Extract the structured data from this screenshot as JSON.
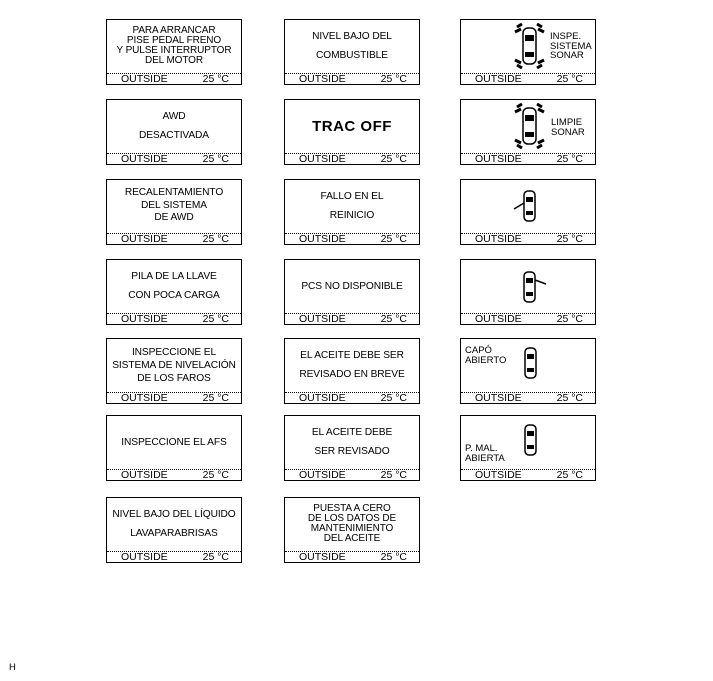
{
  "footer": {
    "outside": "OUTSIDE",
    "temp": "25 °C"
  },
  "figure_mark": "H",
  "panels": {
    "p1": {
      "text": "PARA ARRANCAR\nPISE PEDAL FRENO\nY PULSE INTERRUPTOR\nDEL MOTOR"
    },
    "p2": {
      "text": "NIVEL BAJO DEL\nCOMBUSTIBLE"
    },
    "p3": {
      "text": "INSPE.\nSISTEMA\nSONAR"
    },
    "p4": {
      "text": "AWD\nDESACTIVADA"
    },
    "p5": {
      "text": "TRAC OFF"
    },
    "p6": {
      "text": "LIMPIE\nSONAR"
    },
    "p7": {
      "text": "RECALENTAMIENTO\nDEL SISTEMA\nDE AWD"
    },
    "p8": {
      "text": "FALLO EN EL\nREINICIO"
    },
    "p9": {
      "text": ""
    },
    "p10": {
      "text": "PILA DE LA LLAVE\nCON POCA CARGA"
    },
    "p11": {
      "text": "PCS NO DISPONIBLE"
    },
    "p12": {
      "text": ""
    },
    "p13": {
      "text": "INSPECCIONE EL\nSISTEMA DE NIVELACIÓN\nDE LOS FAROS"
    },
    "p14": {
      "text": "EL ACEITE DEBE SER\nREVISADO EN BREVE"
    },
    "p15": {
      "text": "CAPÓ\nABIERTO"
    },
    "p16": {
      "text": "INSPECCIONE EL AFS"
    },
    "p17": {
      "text": "EL ACEITE DEBE\nSER REVISADO"
    },
    "p18": {
      "text": "P. MAL.\nABIERTA"
    },
    "p19": {
      "text": "NIVEL BAJO DEL LÍQUIDO\nLAVAPARABRISAS"
    },
    "p20": {
      "text": "PUESTA A CERO\nDE LOS DATOS DE\nMANTENIMIENTO\nDEL ACEITE"
    }
  },
  "icons": {
    "p3": "car-sonar-sensors-icon",
    "p6": "car-sonar-sensors-icon",
    "p9": "car-door-open-left-icon",
    "p12": "car-door-open-right-icon",
    "p15": "car-hood-open-icon",
    "p18": "car-trunk-open-icon"
  }
}
